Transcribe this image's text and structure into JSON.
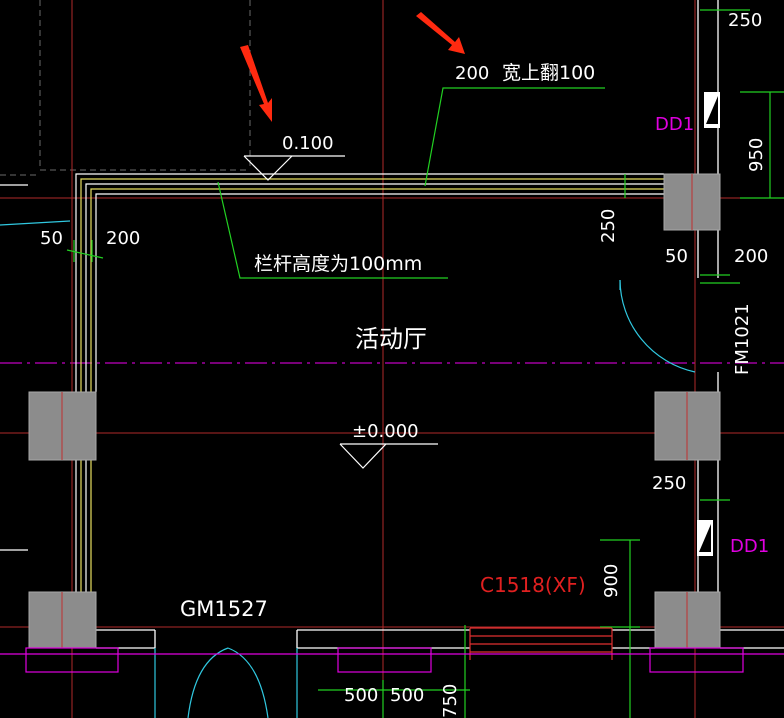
{
  "annotations": {
    "level_roof": "0.100",
    "upturn_width": "200",
    "upturn_text": "宽上翻100",
    "railing_note": "栏杆高度为100mm",
    "room_name": "活动厅",
    "level_floor": "±0.000",
    "gate_label": "GM1527",
    "window_label": "C1518(XF)",
    "door_label": "FM1021"
  },
  "dimensions": {
    "dim_50_left": "50",
    "dim_200_left": "200",
    "dim_250_top_right": "250",
    "dim_950": "950",
    "dim_250_right_vert": "250",
    "dim_50_right": "50",
    "dim_200_right": "200",
    "dim_250_mid_right": "250",
    "dim_900": "900",
    "dim_500_a": "500",
    "dim_500_b": "500",
    "dim_750": "750"
  },
  "tags": {
    "dd1_top": "DD1",
    "dd1_bottom": "DD1"
  },
  "colors": {
    "background": "#000000",
    "axis": "#c03030",
    "wall": "#ffffff",
    "leader": "#22d022",
    "column_fill": "#8c8c8c",
    "magenta": "#e000e0",
    "cyan": "#30c8e0",
    "arrow": "#ff2a10"
  }
}
